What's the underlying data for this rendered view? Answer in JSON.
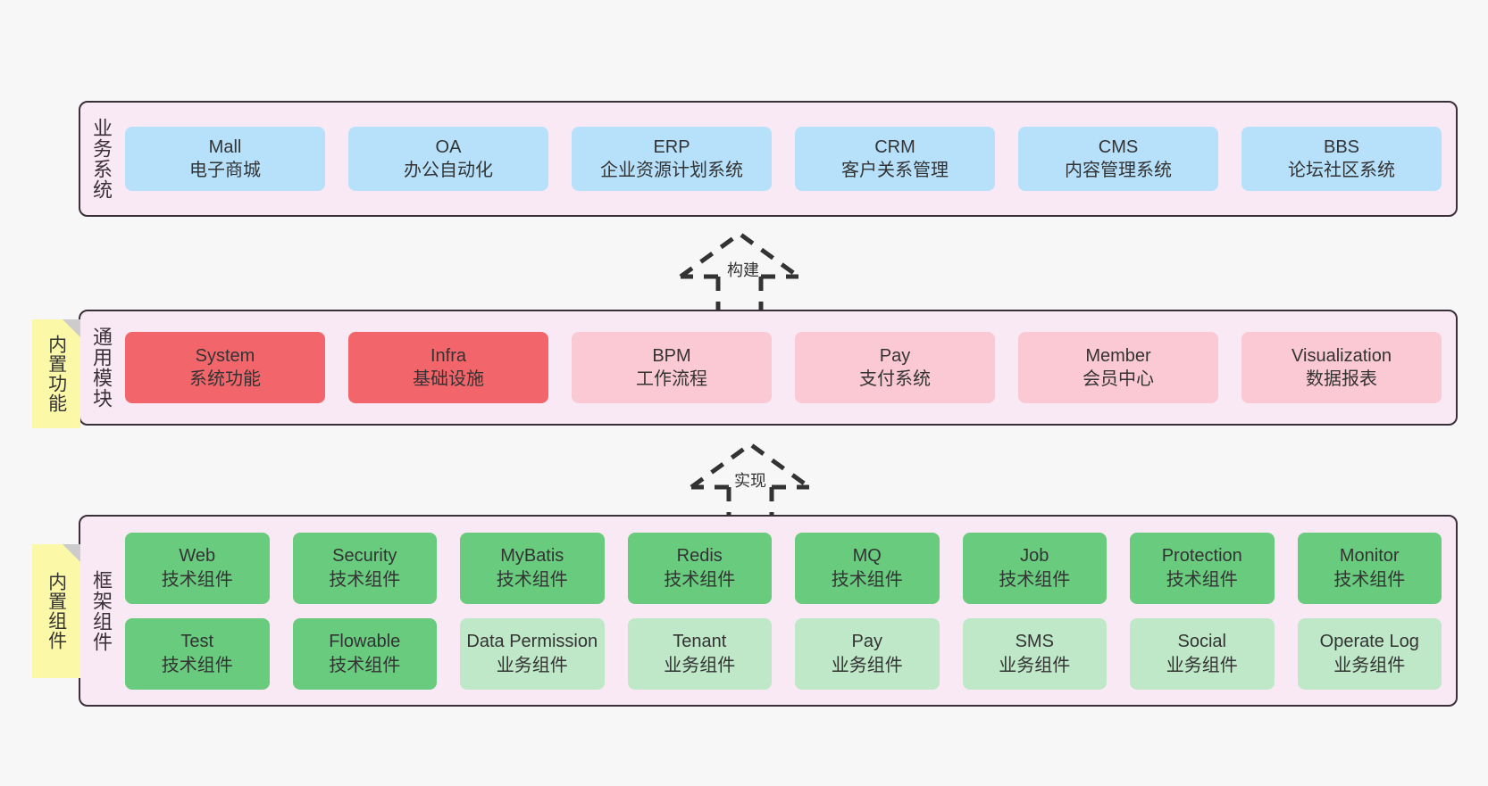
{
  "diagram": {
    "background": "#f7f7f7",
    "layer_fill": "#f9e9f4",
    "layer_border": "#3b3039",
    "note_fill": "#fbf8a8"
  },
  "notes": [
    {
      "name": "builtin-function",
      "text": "内置功能"
    },
    {
      "name": "builtin-component",
      "text": "内置组件"
    }
  ],
  "arrows": [
    {
      "name": "build-arrow",
      "label": "构建",
      "style": "dashed-hollow-up"
    },
    {
      "name": "implement-arrow",
      "label": "实现",
      "style": "dashed-hollow-up"
    }
  ],
  "layers": [
    {
      "id": "business",
      "title": "业务系统",
      "color": "#b7e1fb",
      "rows": [
        [
          {
            "name": "Mall",
            "sub": "电子商城"
          },
          {
            "name": "OA",
            "sub": "办公自动化"
          },
          {
            "name": "ERP",
            "sub": "企业资源计划系统"
          },
          {
            "name": "CRM",
            "sub": "客户关系管理"
          },
          {
            "name": "CMS",
            "sub": "内容管理系统"
          },
          {
            "name": "BBS",
            "sub": "论坛社区系统"
          }
        ]
      ]
    },
    {
      "id": "modules",
      "title": "通用模块",
      "colors": {
        "strong": "#f2666b",
        "light": "#fbc9d4"
      },
      "rows": [
        [
          {
            "name": "System",
            "sub": "系统功能",
            "tone": "strong"
          },
          {
            "name": "Infra",
            "sub": "基础设施",
            "tone": "strong"
          },
          {
            "name": "BPM",
            "sub": "工作流程",
            "tone": "light"
          },
          {
            "name": "Pay",
            "sub": "支付系统",
            "tone": "light"
          },
          {
            "name": "Member",
            "sub": "会员中心",
            "tone": "light"
          },
          {
            "name": "Visualization",
            "sub": "数据报表",
            "tone": "light"
          }
        ]
      ]
    },
    {
      "id": "framework",
      "title": "框架组件",
      "colors": {
        "tech": "#68cb7e",
        "biz": "#bfe8c8"
      },
      "rows": [
        [
          {
            "name": "Web",
            "sub": "技术组件",
            "tone": "tech"
          },
          {
            "name": "Security",
            "sub": "技术组件",
            "tone": "tech"
          },
          {
            "name": "MyBatis",
            "sub": "技术组件",
            "tone": "tech"
          },
          {
            "name": "Redis",
            "sub": "技术组件",
            "tone": "tech"
          },
          {
            "name": "MQ",
            "sub": "技术组件",
            "tone": "tech"
          },
          {
            "name": "Job",
            "sub": "技术组件",
            "tone": "tech"
          },
          {
            "name": "Protection",
            "sub": "技术组件",
            "tone": "tech"
          },
          {
            "name": "Monitor",
            "sub": "技术组件",
            "tone": "tech"
          }
        ],
        [
          {
            "name": "Test",
            "sub": "技术组件",
            "tone": "tech"
          },
          {
            "name": "Flowable",
            "sub": "技术组件",
            "tone": "tech"
          },
          {
            "name": "Data Permission",
            "sub": "业务组件",
            "tone": "biz",
            "wrap": true
          },
          {
            "name": "Tenant",
            "sub": "业务组件",
            "tone": "biz"
          },
          {
            "name": "Pay",
            "sub": "业务组件",
            "tone": "biz"
          },
          {
            "name": "SMS",
            "sub": "业务组件",
            "tone": "biz"
          },
          {
            "name": "Social",
            "sub": "业务组件",
            "tone": "biz"
          },
          {
            "name": "Operate Log",
            "sub": "业务组件",
            "tone": "biz"
          }
        ]
      ]
    }
  ]
}
